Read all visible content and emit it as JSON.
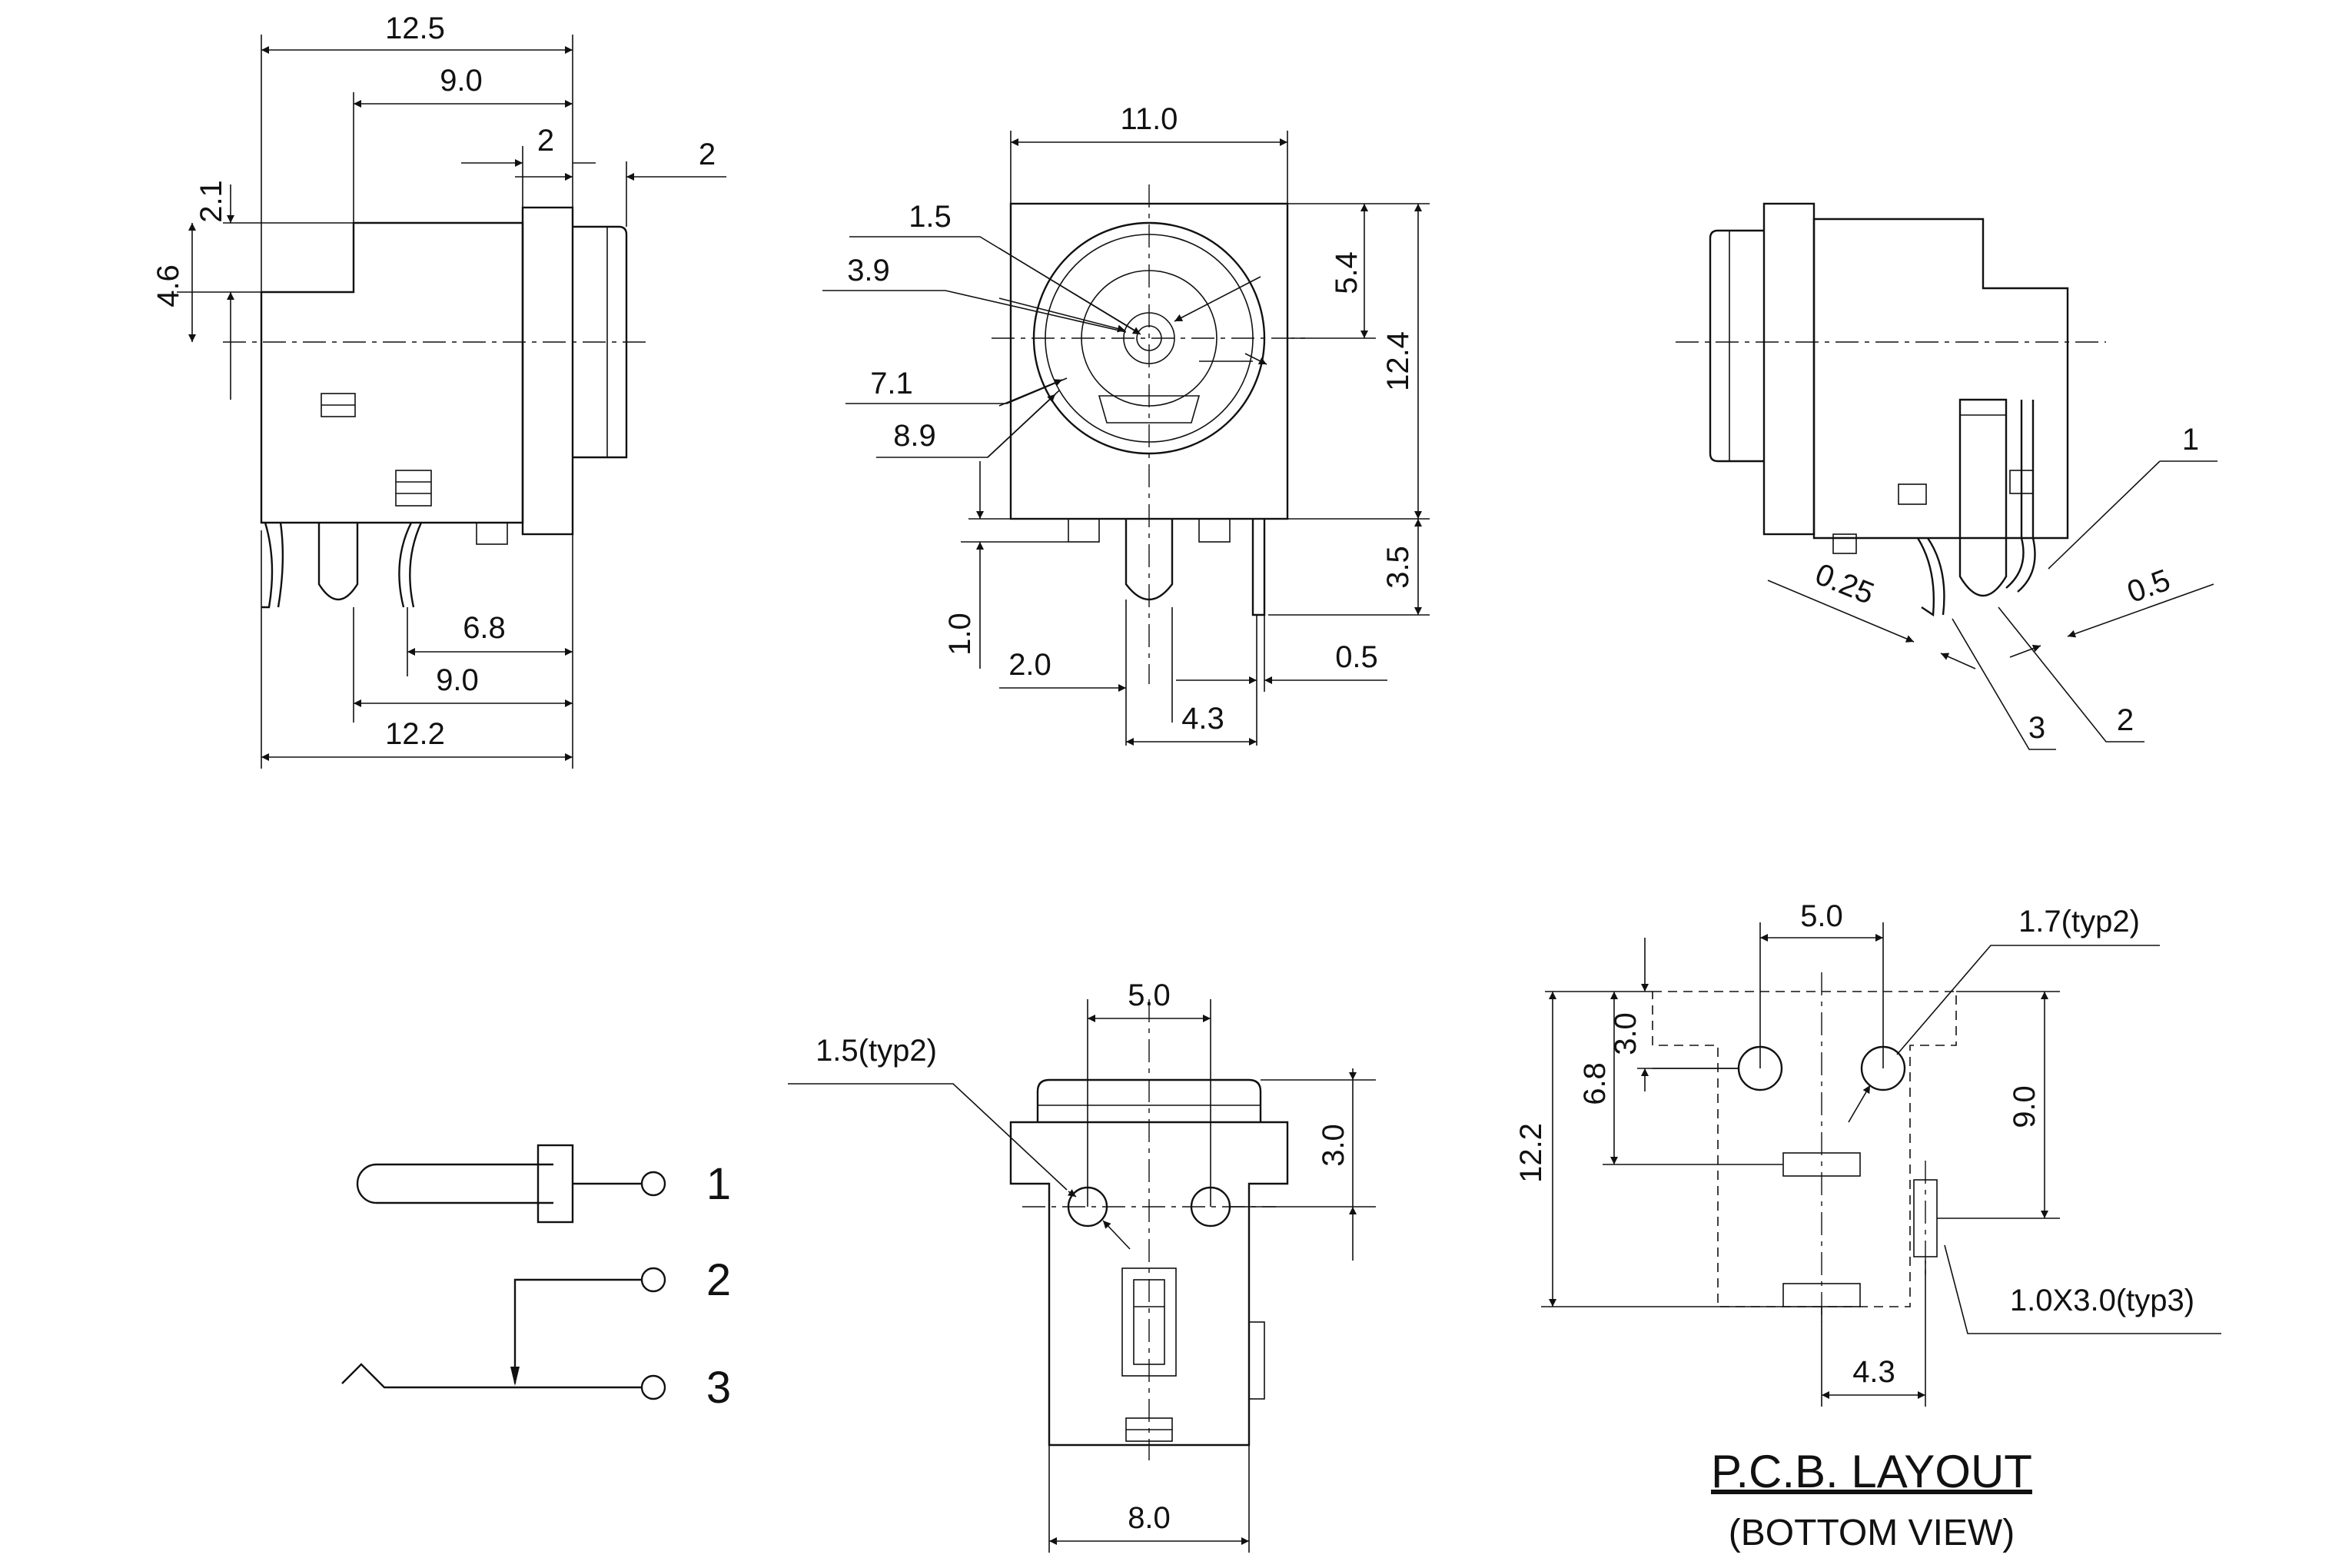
{
  "side_view": {
    "overall_length": "12.5",
    "body_length": "9.0",
    "flange": "2",
    "nose": "2",
    "step_height": "2.1",
    "center_height": "4.6",
    "pin_dim_1": "6.8",
    "pin_dim_2": "9.0",
    "pin_dim_3": "12.2"
  },
  "front_view": {
    "width": "11.0",
    "hole_1": "1.5",
    "hole_2": "3.9",
    "ring_1": "5.4",
    "height": "12.4",
    "ring_2": "7.1",
    "ring_3": "8.9",
    "pin_length": "3.5",
    "standoff": "1.0",
    "pin_offset": "2.0",
    "pin_thick": "0.5",
    "pin_pitch": "4.3"
  },
  "rear_view": {
    "pin_1": "1",
    "pin_2": "2",
    "pin_3": "3",
    "thick_1": "0.25",
    "thick_2": "0.5"
  },
  "schematic": {
    "pin_1": "1",
    "pin_2": "2",
    "pin_3": "3"
  },
  "bottom_view": {
    "peg_pitch": "5.0",
    "peg_dia": "1.5(typ2)",
    "peg_offset": "3.0",
    "width": "8.0"
  },
  "pcb_layout": {
    "peg_pitch": "5.0",
    "peg_hole": "1.7(typ2)",
    "top_offset": "3.0",
    "slot_row_1": "6.8",
    "total_height": "12.2",
    "side_slot": "9.0",
    "slot_size": "1.0X3.0(typ3)",
    "slot_pitch": "4.3",
    "title": "P.C.B. LAYOUT",
    "subtitle": "(BOTTOM VIEW)"
  }
}
